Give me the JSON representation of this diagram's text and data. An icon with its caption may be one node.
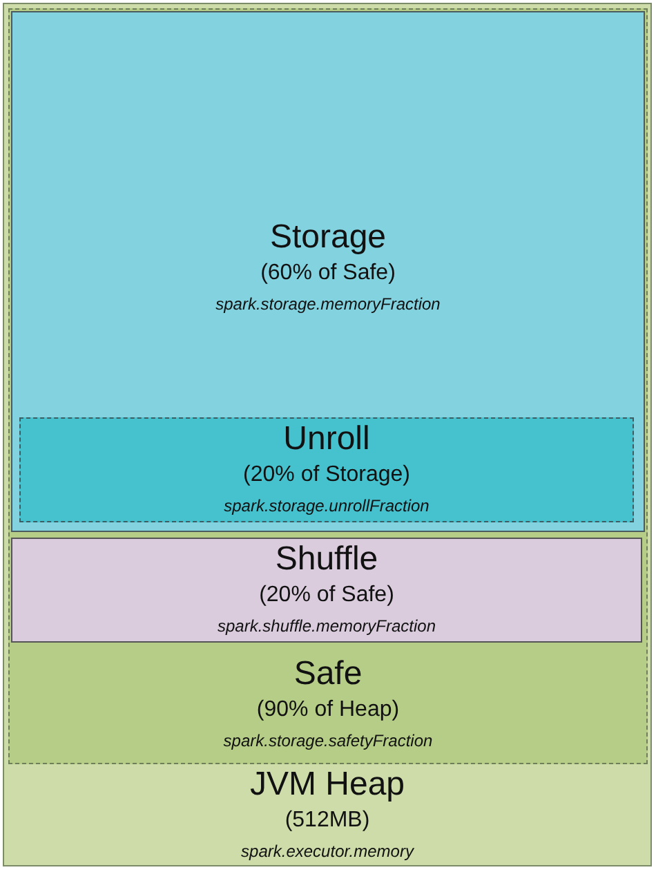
{
  "diagram": {
    "nodes": [
      {
        "text": [
          "JVM Heap",
          "(512MB)",
          "spark.executor.memory"
        ]
      },
      {
        "text": [
          "Safe",
          "(90% of Heap)",
          "spark.storage.safetyFraction"
        ],
        "in": 0
      },
      {
        "text": [
          "Storage",
          "(60% of Safe)",
          "spark.storage.memoryFraction"
        ],
        "in": 1
      },
      {
        "text": [
          "Unroll",
          "(20% of Storage)",
          "spark.storage.unrollFraction"
        ],
        "in": 2
      },
      {
        "text": [
          "Shuffle",
          "(20% of Safe)",
          "spark.shuffle.memoryFraction"
        ],
        "in": 1
      }
    ]
  }
}
